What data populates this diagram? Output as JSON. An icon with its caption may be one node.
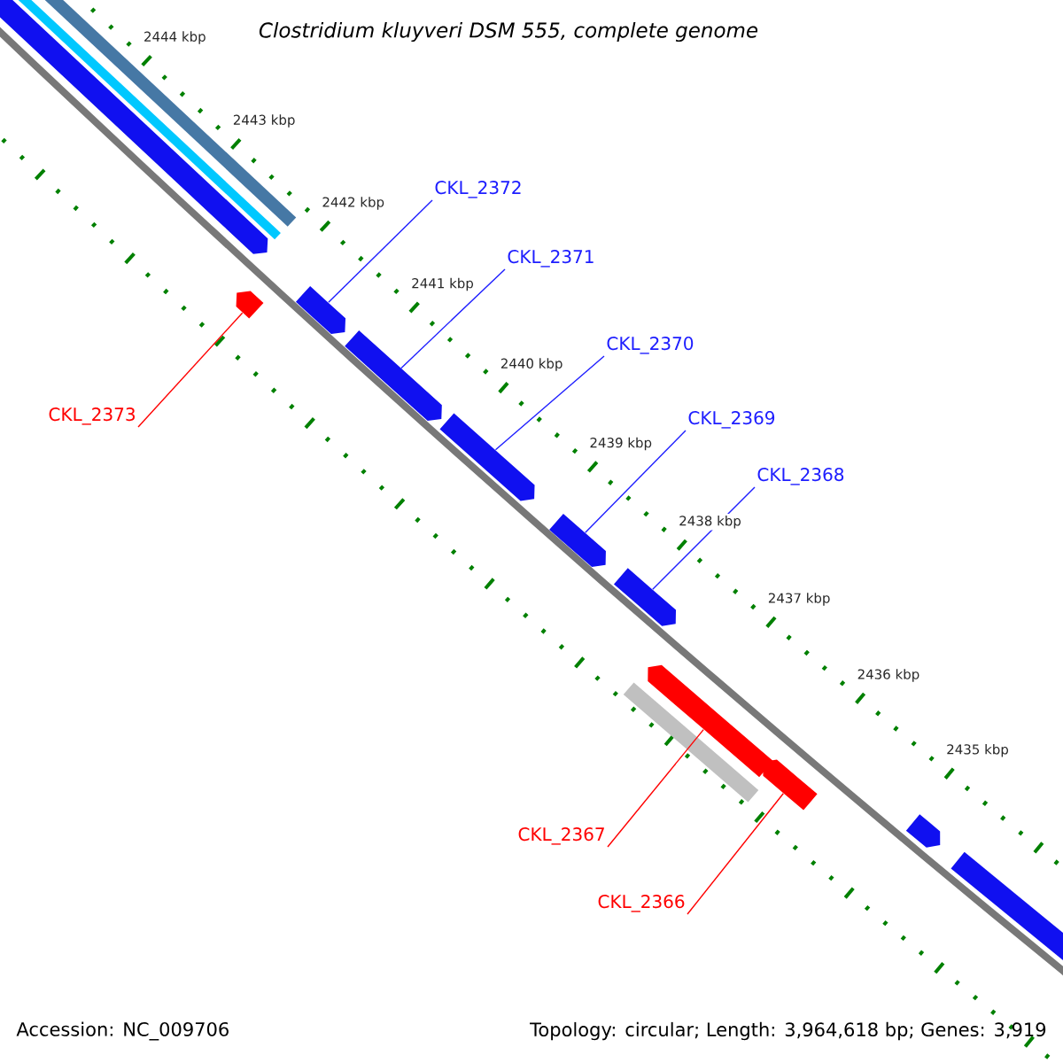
{
  "diagram": {
    "title": "Clostridium kluyveri DSM 555, complete genome",
    "nodes": [
      {
        "text": [
          "CKL_2372"
        ]
      },
      {
        "text": [
          "CKL_2371"
        ]
      },
      {
        "text": [
          "CKL_2370"
        ]
      },
      {
        "text": [
          "CKL_2373"
        ]
      },
      {
        "text": [
          "CKL_2369"
        ]
      },
      {
        "text": [
          "CKL_2368"
        ]
      },
      {
        "text": [
          "CKL_2367"
        ]
      },
      {
        "text": [
          "CKL_2366"
        ]
      },
      {
        "text": [],
        "shape": "bar"
      },
      {
        "text": [],
        "shape": "bar"
      },
      {
        "text": [],
        "shape": "bar"
      },
      {
        "text": [],
        "shape": "bar"
      },
      {
        "text": [],
        "shape": "bar"
      },
      {
        "text": [],
        "shape": "bar"
      },
      {
        "text": [],
        "shape": "bar"
      },
      {
        "text": [],
        "shape": "bar"
      }
    ],
    "edges": [
      {
        "from": 0,
        "to": 9,
        "arrow": "none"
      },
      {
        "from": 1,
        "to": 10,
        "arrow": "none"
      },
      {
        "from": 2,
        "to": 11,
        "arrow": "none"
      },
      {
        "from": 3,
        "to": 8,
        "arrow": "none",
        "color": "#ff0000"
      },
      {
        "from": 4,
        "to": 12,
        "arrow": "none"
      },
      {
        "from": 5,
        "to": 13,
        "arrow": "none"
      },
      {
        "from": 6,
        "to": 14,
        "arrow": "none",
        "color": "#ff0000"
      },
      {
        "from": 7,
        "to": 15,
        "arrow": "none",
        "color": "#ff0000"
      }
    ],
    "labels": [
      "2444 kbp",
      "2443 kbp",
      "2442 kbp",
      "2441 kbp",
      "2440 kbp",
      "2439 kbp",
      "2438 kbp",
      "2437 kbp",
      "2436 kbp",
      "2435 kbp",
      "Accession: NC_009706",
      "Topology: circular; Length: 3,964,618 bp; Genes: 3,919"
    ]
  }
}
